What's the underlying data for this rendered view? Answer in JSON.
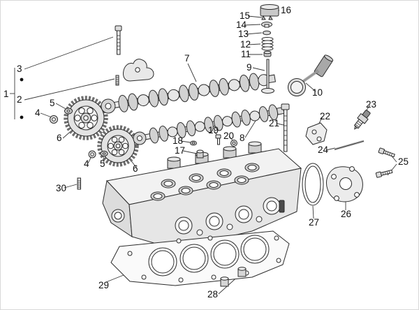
{
  "diagram": {
    "title": "Cylinder head exploded parts diagram",
    "background": "#ffffff",
    "line_color": "#2b2b2b",
    "fill_light": "#ececec",
    "fill_mid": "#cfcfcf",
    "fill_dark": "#9a9a9a"
  },
  "callouts": {
    "n1": "1",
    "n2": "2",
    "n3": "3",
    "n4a": "4",
    "n4b": "4",
    "n5a": "5",
    "n5b": "5",
    "n6a": "6",
    "n6b": "6",
    "n7": "7",
    "n8": "8",
    "n9": "9",
    "n10": "10",
    "n11": "11",
    "n12": "12",
    "n13": "13",
    "n14": "14",
    "n15": "15",
    "n16": "16",
    "n17": "17",
    "n18": "18",
    "n19": "19",
    "n20": "20",
    "n21": "21",
    "n22": "22",
    "n23": "23",
    "n24": "24",
    "n25": "25",
    "n26": "26",
    "n27": "27",
    "n28": "28",
    "n29": "29",
    "n30": "30"
  }
}
